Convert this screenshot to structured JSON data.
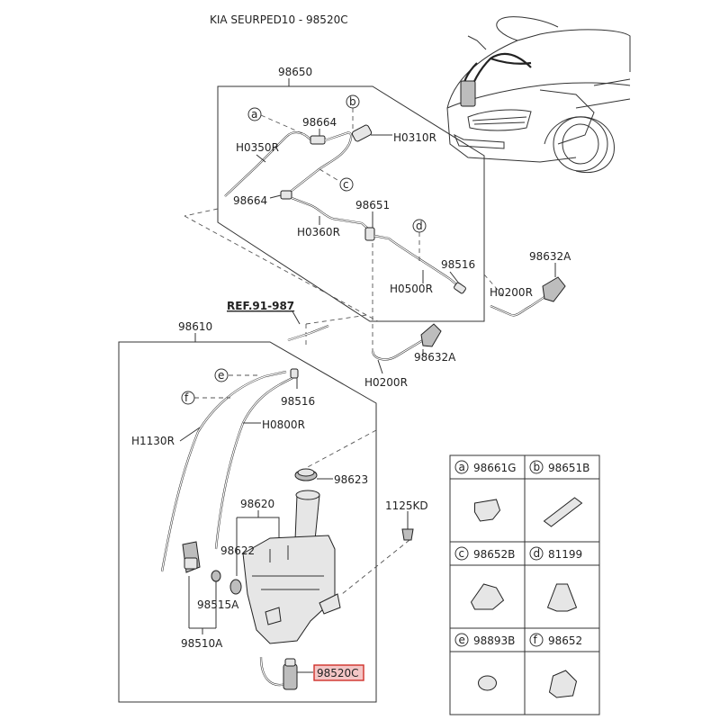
{
  "title": "KIA SEURPED10 - 98520C",
  "ref_label": "REF.91-987",
  "highlight_color": "#d0302a",
  "labels": {
    "p98650": "98650",
    "p98664_top": "98664",
    "p98664_mid": "98664",
    "H0350R": "H0350R",
    "H0310R": "H0310R",
    "H0360R": "H0360R",
    "p98651": "98651",
    "p98516_top": "98516",
    "H0500R": "H0500R",
    "p98632A_right": "98632A",
    "H0200R_right": "H0200R",
    "p98632A_mid": "98632A",
    "H0200R_mid": "H0200R",
    "p98610": "98610",
    "p98516_low": "98516",
    "H1130R": "H1130R",
    "H0800R": "H0800R",
    "p98623": "98623",
    "p98620": "98620",
    "p98622": "98622",
    "p1125KD": "1125KD",
    "p98515A": "98515A",
    "p98510A": "98510A",
    "p98520C": "98520C"
  },
  "callouts": {
    "a": "a",
    "b": "b",
    "c": "c",
    "d": "d",
    "e": "e",
    "f": "f"
  },
  "legend": [
    {
      "letter": "a",
      "part": "98661G",
      "icon": "clip-icon"
    },
    {
      "letter": "b",
      "part": "98651B",
      "icon": "connector-icon"
    },
    {
      "letter": "c",
      "part": "98652B",
      "icon": "bracket-icon"
    },
    {
      "letter": "d",
      "part": "81199",
      "icon": "clamp-icon"
    },
    {
      "letter": "e",
      "part": "98893B",
      "icon": "grommet-icon"
    },
    {
      "letter": "f",
      "part": "98652",
      "icon": "holder-icon"
    }
  ]
}
